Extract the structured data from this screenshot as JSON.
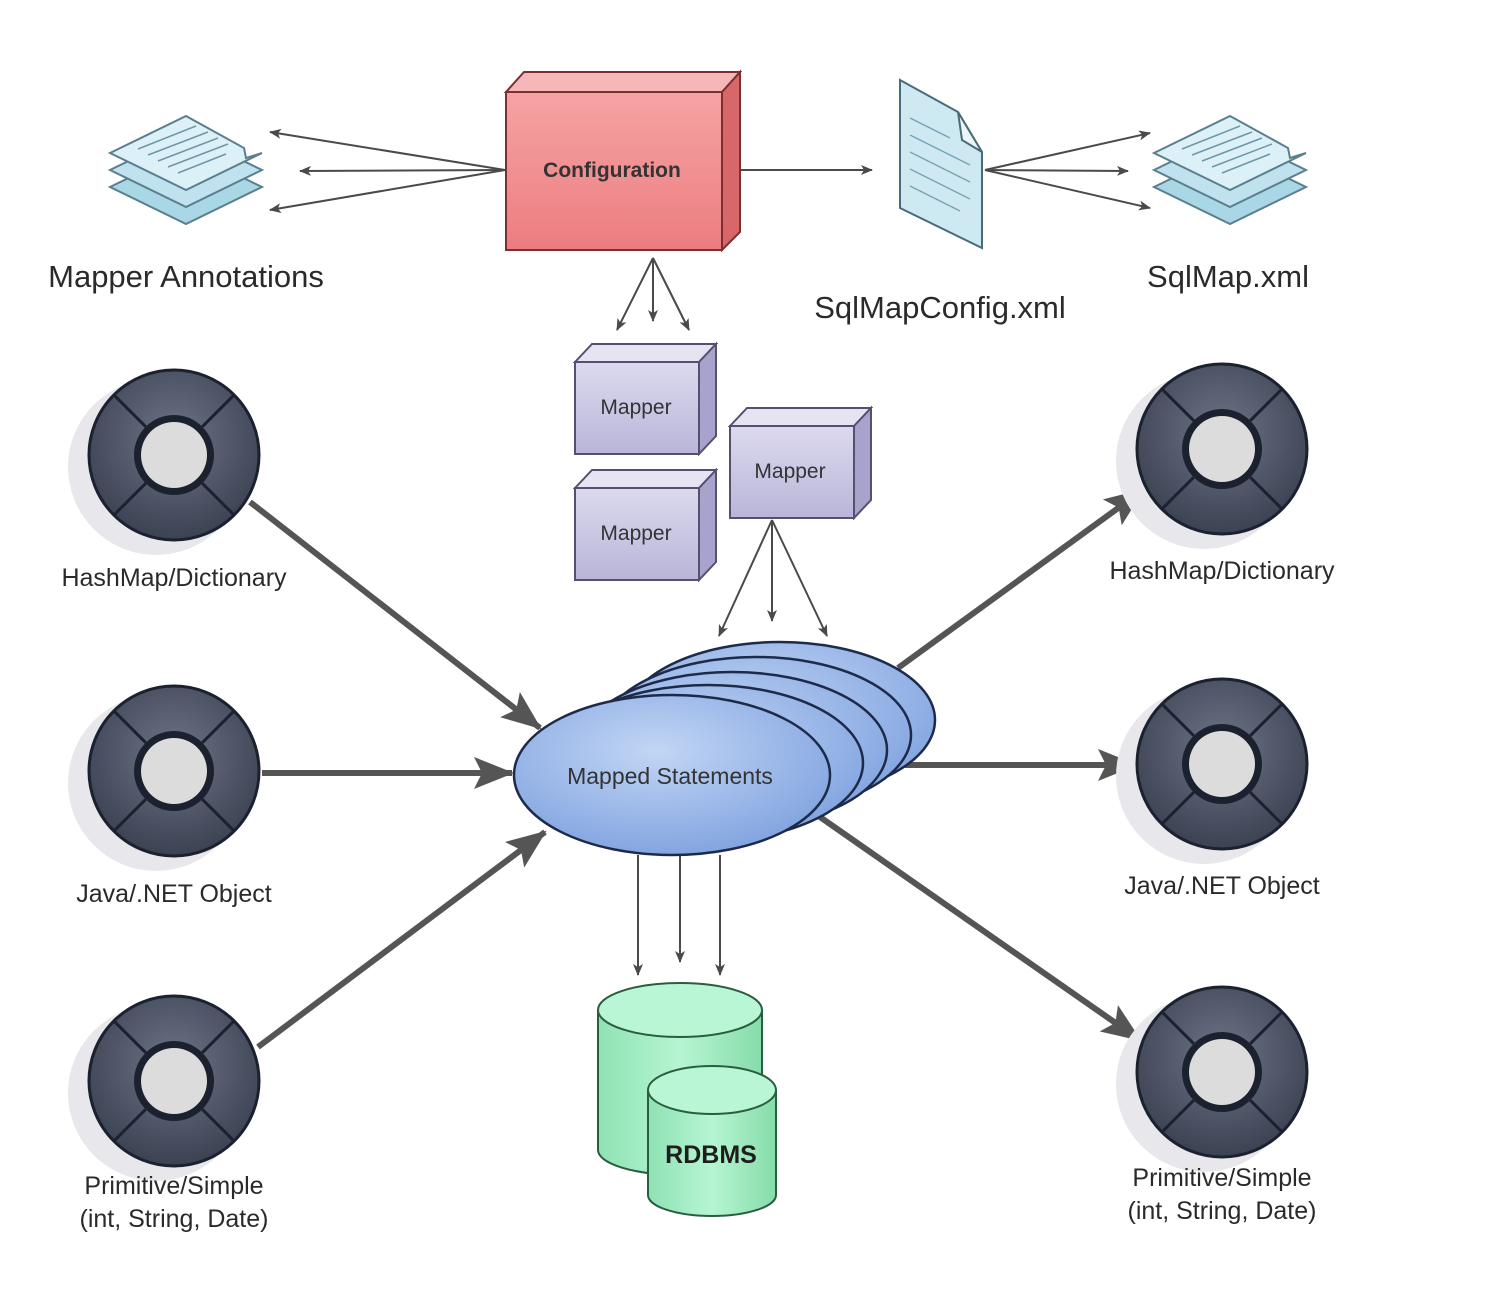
{
  "labels": {
    "mapper_annotations": "Mapper Annotations",
    "configuration": "Configuration",
    "sqlmapconfig": "SqlMapConfig.xml",
    "sqlmap": "SqlMap.xml",
    "mapper_1": "Mapper",
    "mapper_2": "Mapper",
    "mapper_3": "Mapper",
    "mapped_statements": "Mapped Statements",
    "rdbms": "RDBMS"
  },
  "inputs": [
    {
      "lines": [
        "HashMap/Dictionary"
      ]
    },
    {
      "lines": [
        "Java/.NET Object"
      ]
    },
    {
      "lines": [
        "Primitive/Simple",
        "(int, String, Date)"
      ]
    }
  ],
  "outputs": [
    {
      "lines": [
        "HashMap/Dictionary"
      ]
    },
    {
      "lines": [
        "Java/.NET Object"
      ]
    },
    {
      "lines": [
        "Primitive/Simple",
        "(int, String, Date)"
      ]
    }
  ],
  "colors": {
    "configuration_fill": "#f08c8e",
    "mapper_fill": "#c9c6e2",
    "statements_fill": "#8fb1e6",
    "rdbms_fill": "#9eecc1",
    "document_fill": "#cfe9f3",
    "type_ring": "#4a5263",
    "arrow": "#555555"
  },
  "icons": {
    "type_icon": "ring-with-center-disc-icon",
    "document_icon": "document-icon",
    "stack_icon": "document-stack-icon",
    "database_icon": "database-cylinder-icon"
  }
}
